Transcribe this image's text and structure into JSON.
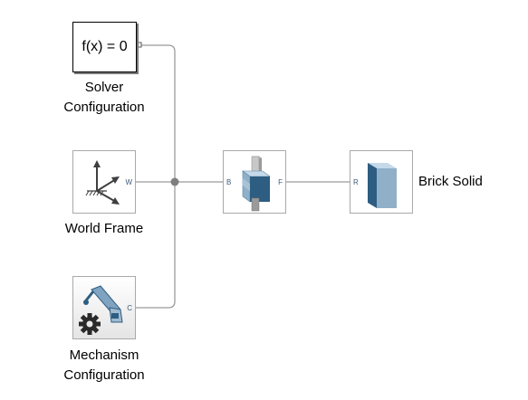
{
  "blocks": {
    "solver": {
      "expression": "f(x) = 0",
      "label_line1": "Solver",
      "label_line2": "Configuration"
    },
    "world": {
      "port": "W",
      "label": "World Frame"
    },
    "mechanism": {
      "port": "C",
      "label_line1": "Mechanism",
      "label_line2": "Configuration"
    },
    "joint": {
      "port_left": "B",
      "port_right": "F"
    },
    "brick": {
      "port": "R",
      "label": "Brick Solid"
    }
  },
  "colors": {
    "line": "#9b9b9b",
    "junction": "#7f7f7f",
    "solid_front": "#8fb0c8",
    "solid_side": "#2e5d82",
    "solid_top": "#c5d9e8"
  }
}
